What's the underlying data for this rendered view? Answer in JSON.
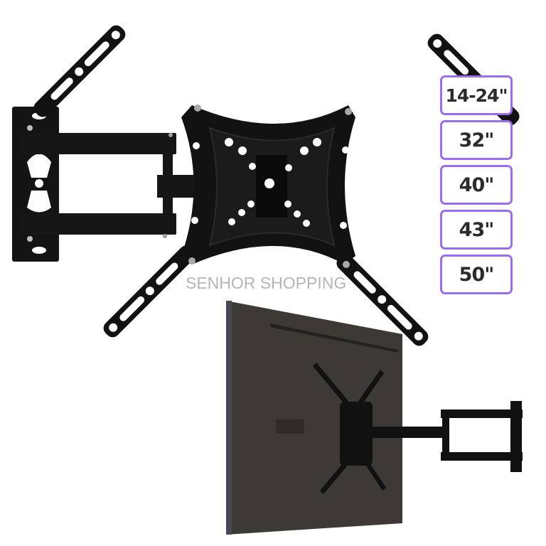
{
  "product_image": {
    "alt": "Articulating TV wall mount bracket",
    "watermark": "SENHOR SHOPPING",
    "size_badges": [
      {
        "label": "14-24\""
      },
      {
        "label": "32\""
      },
      {
        "label": "40\""
      },
      {
        "label": "43\""
      },
      {
        "label": "50\""
      }
    ],
    "colors": {
      "badge_border": "#9b6cf0",
      "badge_text": "#2b2b2b",
      "bracket": "#121212",
      "tv_back": "#3d3935",
      "watermark": "#969696"
    }
  }
}
